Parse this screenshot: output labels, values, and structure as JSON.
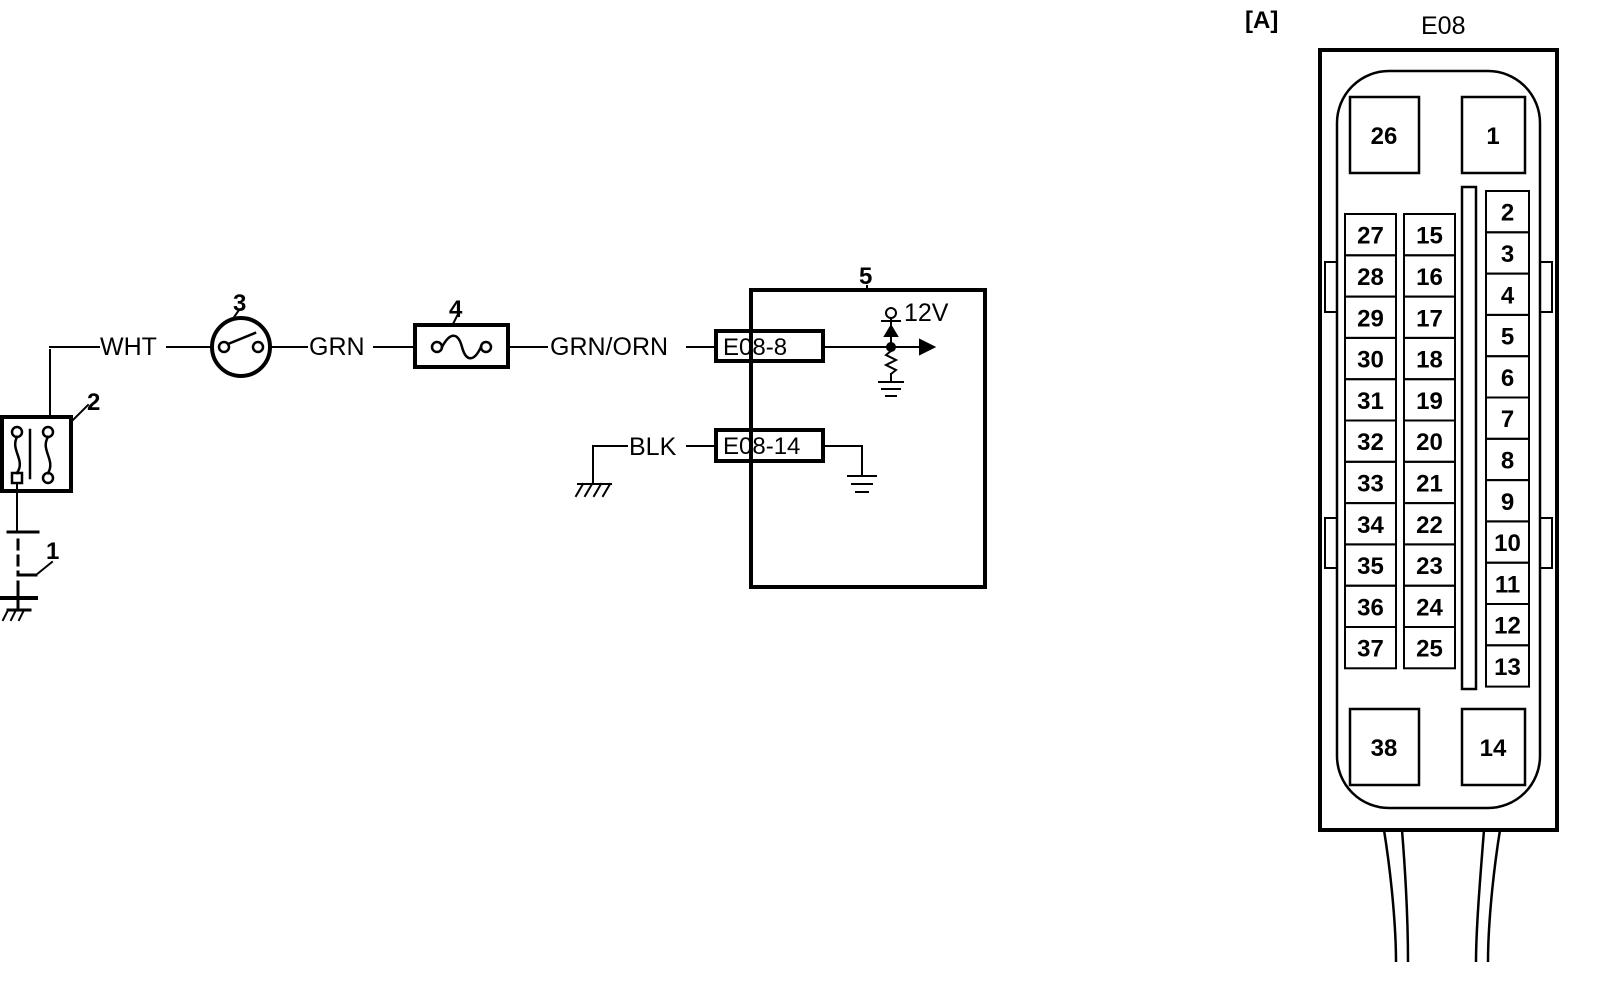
{
  "circuit": {
    "items": {
      "battery": "1",
      "main_fuse_box": "2",
      "ignition_switch": "3",
      "fuse": "4",
      "ecm": "5"
    },
    "wires": {
      "wht": "WHT",
      "grn": "GRN",
      "grn_orn": "GRN/ORN",
      "blk": "BLK"
    },
    "terminals": {
      "e08_8": "E08-8",
      "e08_14": "E08-14"
    },
    "voltage": "12V"
  },
  "connector": {
    "view_label": "[A]",
    "name": "E08",
    "big_pins": [
      "26",
      "1",
      "38",
      "14"
    ],
    "left_col": [
      "27",
      "28",
      "29",
      "30",
      "31",
      "32",
      "33",
      "34",
      "35",
      "36",
      "37"
    ],
    "mid_col": [
      "15",
      "16",
      "17",
      "18",
      "19",
      "20",
      "21",
      "22",
      "23",
      "24",
      "25"
    ],
    "right_col": [
      "2",
      "3",
      "4",
      "5",
      "6",
      "7",
      "8",
      "9",
      "10",
      "11",
      "12",
      "13"
    ]
  }
}
